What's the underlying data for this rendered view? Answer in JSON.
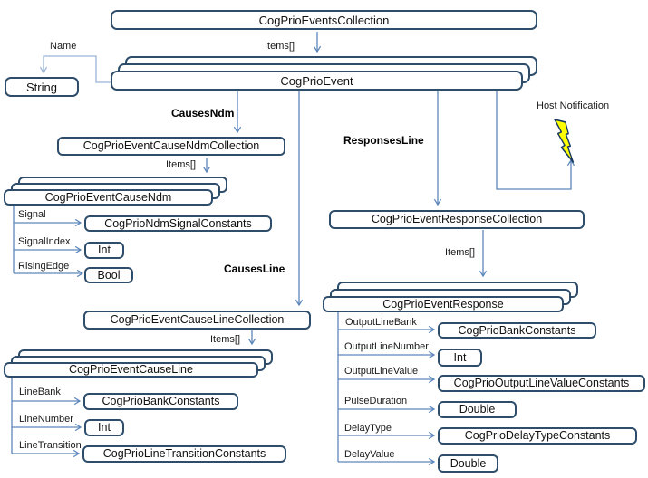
{
  "colors": {
    "box_border": "#2E4D6B",
    "connector": "#5C86BB",
    "connector_light": "#9AB4D6",
    "bolt_fill": "#FFFF00",
    "bolt_outline": "#17375E",
    "background": "#FFFFFF",
    "text": "#000000"
  },
  "classes": {
    "events_collection": "CogPrioEventsCollection",
    "event": "CogPrioEvent",
    "string_type": "String",
    "cause_ndm_collection": "CogPrioEventCauseNdmCollection",
    "cause_ndm": "CogPrioEventCauseNdm",
    "ndm_signal_constants": "CogPrioNdmSignalConstants",
    "int_signal_index": "Int",
    "bool_rising_edge": "Bool",
    "cause_line_collection": "CogPrioEventCauseLineCollection",
    "cause_line": "CogPrioEventCauseLine",
    "bank_constants_cause": "CogPrioBankConstants",
    "int_line_number": "Int",
    "line_transition_constants": "CogPrioLineTransitionConstants",
    "response_collection": "CogPrioEventResponseCollection",
    "response": "CogPrioEventResponse",
    "bank_constants_response": "CogPrioBankConstants",
    "int_output_line_number": "Int",
    "output_line_value_constants": "CogPrioOutputLineValueConstants",
    "double_pulse_duration": "Double",
    "delay_type_constants": "CogPrioDelayTypeConstants",
    "double_delay_value": "Double"
  },
  "edge_labels": {
    "name": "Name",
    "items_events": "Items[]",
    "causes_ndm": "CausesNdm",
    "items_cause_ndm": "Items[]",
    "causes_line": "CausesLine",
    "items_cause_line": "Items[]",
    "responses_line": "ResponsesLine",
    "items_response": "Items[]",
    "host_notification": "Host Notification"
  },
  "properties": {
    "cause_ndm": [
      "Signal",
      "SignalIndex",
      "RisingEdge"
    ],
    "cause_line": [
      "LineBank",
      "LineNumber",
      "LineTransition"
    ],
    "response": [
      "OutputLineBank",
      "OutputLineNumber",
      "OutputLineValue",
      "PulseDuration",
      "DelayType",
      "DelayValue"
    ]
  }
}
